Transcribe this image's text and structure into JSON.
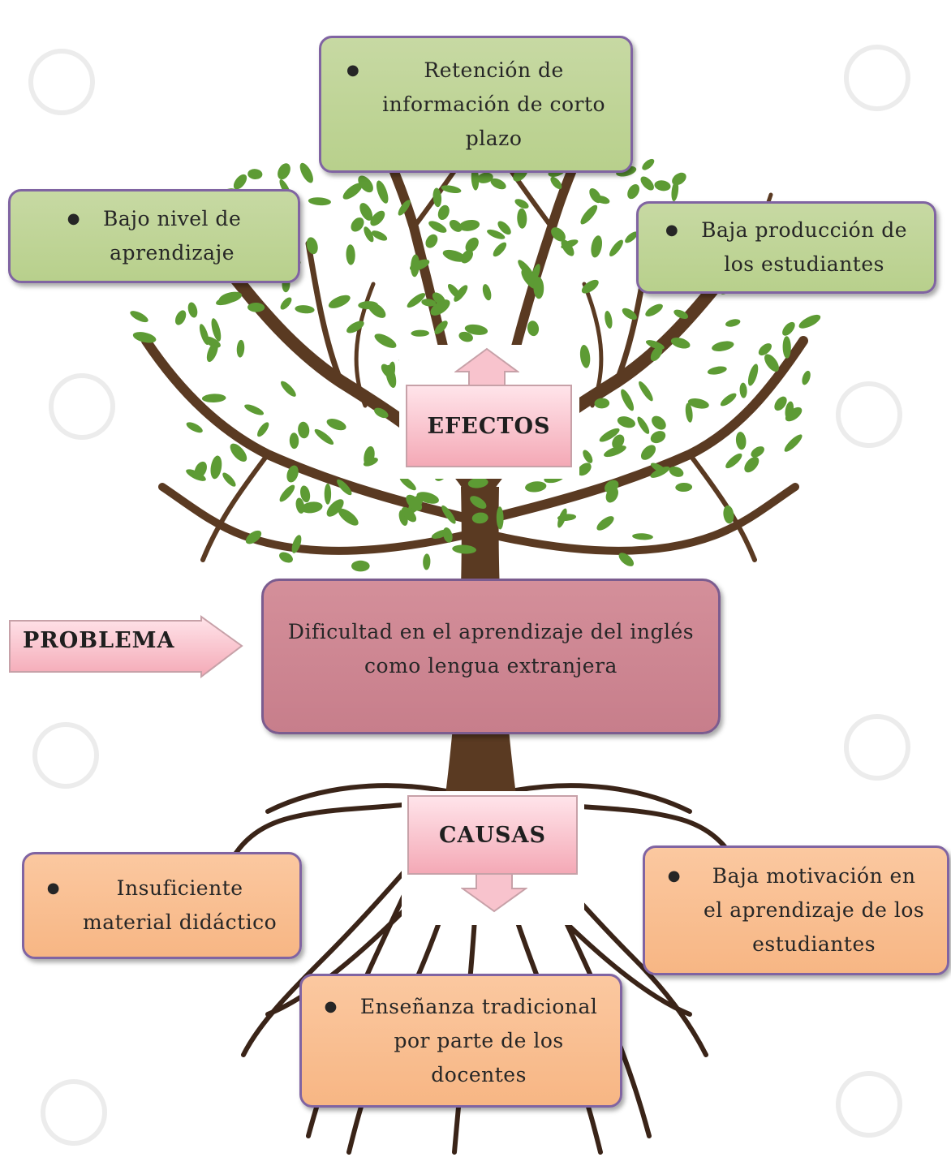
{
  "effects_label": "EFECTOS",
  "causes_label": "CAUSAS",
  "problem_label": "PROBLEMA",
  "problem_text": [
    "Dificultad en el aprendizaje del inglés",
    "como lengua extranjera"
  ],
  "effects": [
    [
      "Retención de",
      "información de corto",
      "plazo"
    ],
    [
      "Bajo nivel de",
      "aprendizaje"
    ],
    [
      "Baja producción de",
      "los estudiantes"
    ]
  ],
  "causes": [
    [
      "Insuficiente",
      "material didáctico"
    ],
    [
      "Baja motivación en",
      "el aprendizaje de los",
      "estudiantes"
    ],
    [
      "Enseñanza tradicional",
      "por parte de los",
      "docentes"
    ]
  ],
  "colors": {
    "trunk": "#5a3a22",
    "leaf": "#5d9b34",
    "effect_box": "#c7d9a3",
    "cause_box": "#f7b684",
    "problem_box": "#cc8692",
    "border": "#8064a2"
  }
}
